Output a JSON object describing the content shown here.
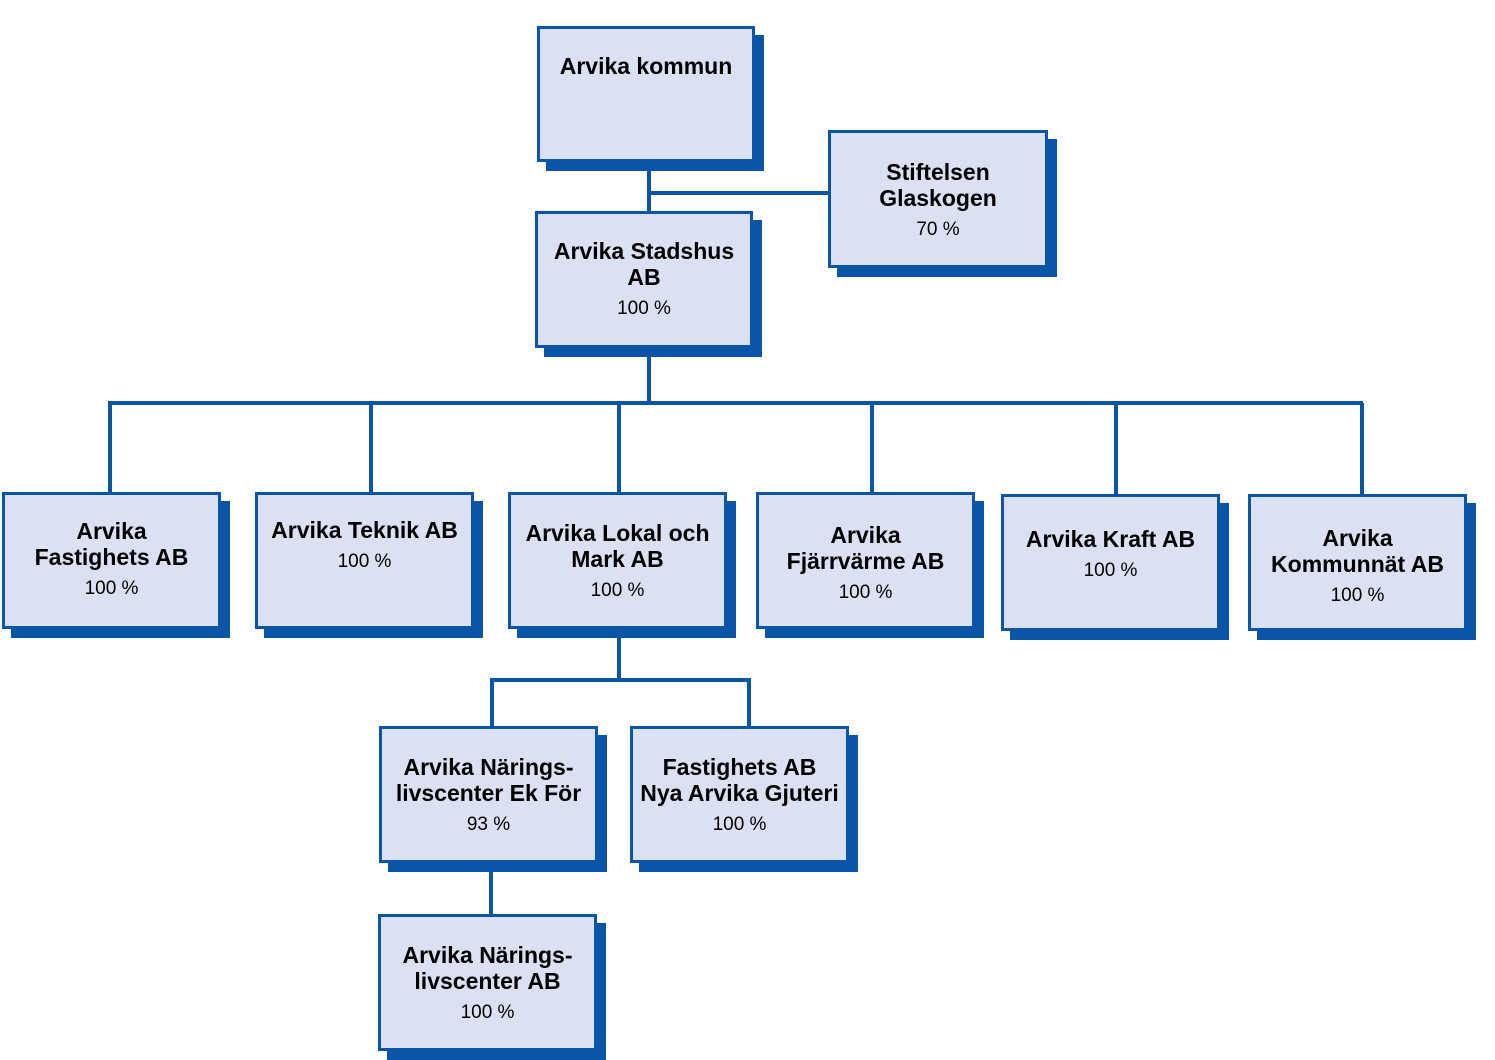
{
  "colors": {
    "fill": "#dce0f3",
    "stroke": "#0a55a8",
    "text": "#000000"
  },
  "nodes": {
    "root": {
      "title": "Arvika kommun",
      "pct": ""
    },
    "glaskogen": {
      "title": "Stiftelsen\nGlaskogen",
      "pct": "70 %"
    },
    "stadshus": {
      "title": "Arvika Stadshus\nAB",
      "pct": "100 %"
    },
    "fastighets": {
      "title": "Arvika\nFastighets AB",
      "pct": "100 %"
    },
    "teknik": {
      "title": "Arvika Teknik AB",
      "pct": "100 %"
    },
    "lokal": {
      "title": "Arvika Lokal och\nMark AB",
      "pct": "100 %"
    },
    "fjarrvarme": {
      "title": "Arvika\nFjärrvärme AB",
      "pct": "100 %"
    },
    "kraft": {
      "title": "Arvika Kraft AB",
      "pct": "100 %"
    },
    "kommunnat": {
      "title": "Arvika\nKommunnät AB",
      "pct": "100 %"
    },
    "naringsEk": {
      "title": "Arvika Närings-\nlivscenter Ek För",
      "pct": "93 %"
    },
    "gjuteri": {
      "title": "Fastighets AB\nNya Arvika Gjuteri",
      "pct": "100 %"
    },
    "naringsAB": {
      "title": "Arvika Närings-\nlivscenter AB",
      "pct": "100 %"
    }
  },
  "edges": [
    [
      "root",
      "stadshus"
    ],
    [
      "root",
      "glaskogen"
    ],
    [
      "stadshus",
      "fastighets"
    ],
    [
      "stadshus",
      "teknik"
    ],
    [
      "stadshus",
      "lokal"
    ],
    [
      "stadshus",
      "fjarrvarme"
    ],
    [
      "stadshus",
      "kraft"
    ],
    [
      "stadshus",
      "kommunnat"
    ],
    [
      "lokal",
      "naringsEk"
    ],
    [
      "lokal",
      "gjuteri"
    ],
    [
      "naringsEk",
      "naringsAB"
    ]
  ]
}
